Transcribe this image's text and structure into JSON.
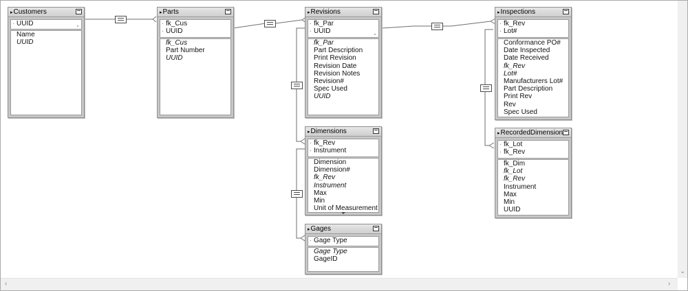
{
  "tables": [
    {
      "id": "customers",
      "title": "Customers",
      "keys": [
        "UUID"
      ],
      "fields": [
        {
          "t": "Name",
          "i": false
        },
        {
          "t": "UUID",
          "i": true
        }
      ]
    },
    {
      "id": "parts",
      "title": "Parts",
      "keys": [
        "fk_Cus",
        "UUID"
      ],
      "fields": [
        {
          "t": "fk_Cus",
          "i": true
        },
        {
          "t": "Part Number",
          "i": false
        },
        {
          "t": "UUID",
          "i": true
        }
      ]
    },
    {
      "id": "revisions",
      "title": "Revisions",
      "keys": [
        "fk_Par",
        "UUID"
      ],
      "fields": [
        {
          "t": "fk_Par",
          "i": true
        },
        {
          "t": "Part Description",
          "i": false
        },
        {
          "t": "Print Revision",
          "i": false
        },
        {
          "t": "Revision Date",
          "i": false
        },
        {
          "t": "Revision Notes",
          "i": false
        },
        {
          "t": "Revision#",
          "i": false
        },
        {
          "t": "Spec Used",
          "i": false
        },
        {
          "t": "UUID",
          "i": true
        }
      ]
    },
    {
      "id": "dimensions",
      "title": "Dimensions",
      "keys": [
        "fk_Rev",
        "Instrument"
      ],
      "fields": [
        {
          "t": "Dimension",
          "i": false
        },
        {
          "t": "Dimension#",
          "i": false
        },
        {
          "t": "fk_Rev",
          "i": true
        },
        {
          "t": "Instrument",
          "i": true
        },
        {
          "t": "Max",
          "i": false
        },
        {
          "t": "Min",
          "i": false
        },
        {
          "t": "Unit of Measurement",
          "i": false
        }
      ]
    },
    {
      "id": "gages",
      "title": "Gages",
      "keys": [
        "Gage Type"
      ],
      "fields": [
        {
          "t": "Gage Type",
          "i": true
        },
        {
          "t": "GageID",
          "i": false
        }
      ]
    },
    {
      "id": "inspections",
      "title": "Inspections",
      "keys": [
        "fk_Rev",
        "Lot#"
      ],
      "fields": [
        {
          "t": "Conformance PO#",
          "i": false
        },
        {
          "t": "Date Inspected",
          "i": false
        },
        {
          "t": "Date Received",
          "i": false
        },
        {
          "t": "fk_Rev",
          "i": true
        },
        {
          "t": "Lot#",
          "i": true
        },
        {
          "t": "Manufacturers Lot#",
          "i": false
        },
        {
          "t": "Part Description",
          "i": false
        },
        {
          "t": "Print Rev",
          "i": false
        },
        {
          "t": "Rev",
          "i": false
        },
        {
          "t": "Spec Used",
          "i": false
        }
      ]
    },
    {
      "id": "recorded",
      "title": "RecordedDimensions",
      "keys": [
        "fk_Lot",
        "fk_Rev"
      ],
      "fields": [
        {
          "t": "fk_Dim",
          "i": false
        },
        {
          "t": "fk_Lot",
          "i": true
        },
        {
          "t": "fk_Rev",
          "i": true
        },
        {
          "t": "Instrument",
          "i": false
        },
        {
          "t": "Max",
          "i": false
        },
        {
          "t": "Min",
          "i": false
        },
        {
          "t": "UUID",
          "i": false
        }
      ]
    }
  ],
  "relationships": [
    {
      "from": "customers",
      "to": "parts",
      "type": "="
    },
    {
      "from": "parts",
      "to": "revisions",
      "type": "="
    },
    {
      "from": "revisions",
      "to": "inspections",
      "type": "="
    },
    {
      "from": "revisions",
      "to": "dimensions",
      "type": "="
    },
    {
      "from": "dimensions",
      "to": "gages",
      "type": "="
    },
    {
      "from": "inspections",
      "to": "recorded",
      "type": "="
    }
  ],
  "colors": {
    "table_frame": "#c7c7c7",
    "header": "#d9d9d9",
    "line": "#6e6e6e",
    "background": "#ffffff"
  }
}
